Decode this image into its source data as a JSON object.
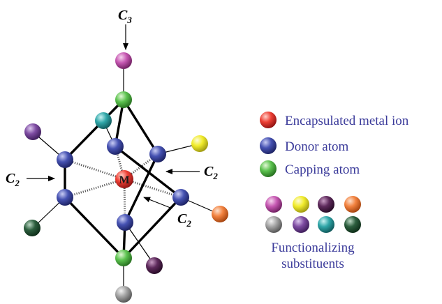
{
  "axes": {
    "c3": {
      "main": "C",
      "sub": "3"
    },
    "c2_left": {
      "main": "C",
      "sub": "2"
    },
    "c2_right": {
      "main": "C",
      "sub": "2"
    },
    "c2_lower": {
      "main": "C",
      "sub": "2"
    }
  },
  "metal_label": "M",
  "legend": {
    "items": [
      {
        "label": "Encapsulated metal ion",
        "color": "#e8302a"
      },
      {
        "label": "Donor atom",
        "color": "#3d4aa8"
      },
      {
        "label": "Capping atom",
        "color": "#55b84a"
      }
    ],
    "substituent_colors": [
      "#c455b0",
      "#f1ec2c",
      "#5a2458",
      "#f2823f",
      "#9a9a9a",
      "#7d4aa0",
      "#2fa6a8",
      "#275a3a"
    ],
    "substituents_title_line1": "Functionalizing",
    "substituents_title_line2": "substituents"
  },
  "colors": {
    "metal": "#e8302a",
    "donor": "#3d4aa8",
    "capping": "#55b84a",
    "bond": "#000000"
  }
}
